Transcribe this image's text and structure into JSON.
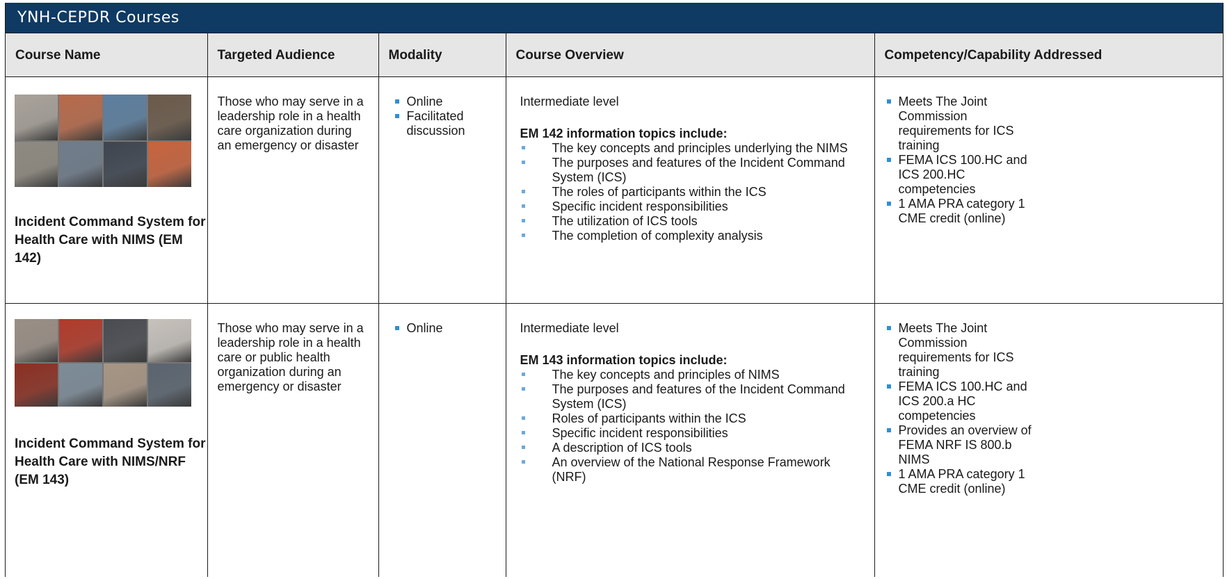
{
  "banner_title": "YNH-CEPDR Courses",
  "headers": {
    "course_name": "Course Name",
    "targeted_audience": "Targeted Audience",
    "modality": "Modality",
    "course_overview": "Course Overview",
    "competency": "Competency/Capability Addressed"
  },
  "courses": [
    {
      "title": "Incident Command System for Health Care with NIMS (EM 142)",
      "audience": "Those who may serve in a leadership role in a health care organization during an emergency or disaster",
      "modality": [
        "Online",
        "Facilitated discussion"
      ],
      "level": "Intermediate level",
      "topics_heading": "EM 142 information topics include:",
      "topics": [
        "The key concepts and principles underlying the NIMS",
        "The purposes and features of the Incident Command System (ICS)",
        "The roles of participants within the ICS",
        "Specific incident responsibilities",
        "The utilization of ICS tools",
        "The completion of complexity analysis"
      ],
      "competencies": [
        "Meets The Joint Commission requirements for ICS training",
        "FEMA ICS 100.HC and ICS 200.HC competencies",
        "1 AMA PRA category 1 CME credit (online)"
      ],
      "photo_colors": [
        "#a8a29a",
        "#b86a4a",
        "#5c7fa0",
        "#6b5a4a",
        "#8f8a80",
        "#6f7c8c",
        "#3e4550",
        "#c9633c"
      ]
    },
    {
      "title": "Incident Command System for Health Care with NIMS/NRF (EM 143)",
      "audience": "Those who may serve in a leadership role in a health care or public health organization during an emergency or disaster",
      "modality": [
        "Online"
      ],
      "level": "Intermediate level",
      "topics_heading": "EM 143 information topics include:",
      "topics": [
        "The key concepts and principles of NIMS",
        "The purposes and features of the Incident Command System (ICS)",
        "Roles of participants within the ICS",
        "Specific incident responsibilities",
        "A description of ICS tools",
        "An overview of the National Response Framework (NRF)"
      ],
      "competencies": [
        "Meets The Joint Commission requirements for ICS training",
        "FEMA ICS 100.HC and ICS 200.a HC competencies",
        "Provides an overview of FEMA NRF IS 800.b NIMS",
        "1 AMA PRA category 1 CME credit (online)"
      ],
      "photo_colors": [
        "#9a8f86",
        "#b23a2a",
        "#4a4c52",
        "#c7c2bc",
        "#8c2f22",
        "#7d8c99",
        "#a89684",
        "#5b6570"
      ]
    }
  ]
}
